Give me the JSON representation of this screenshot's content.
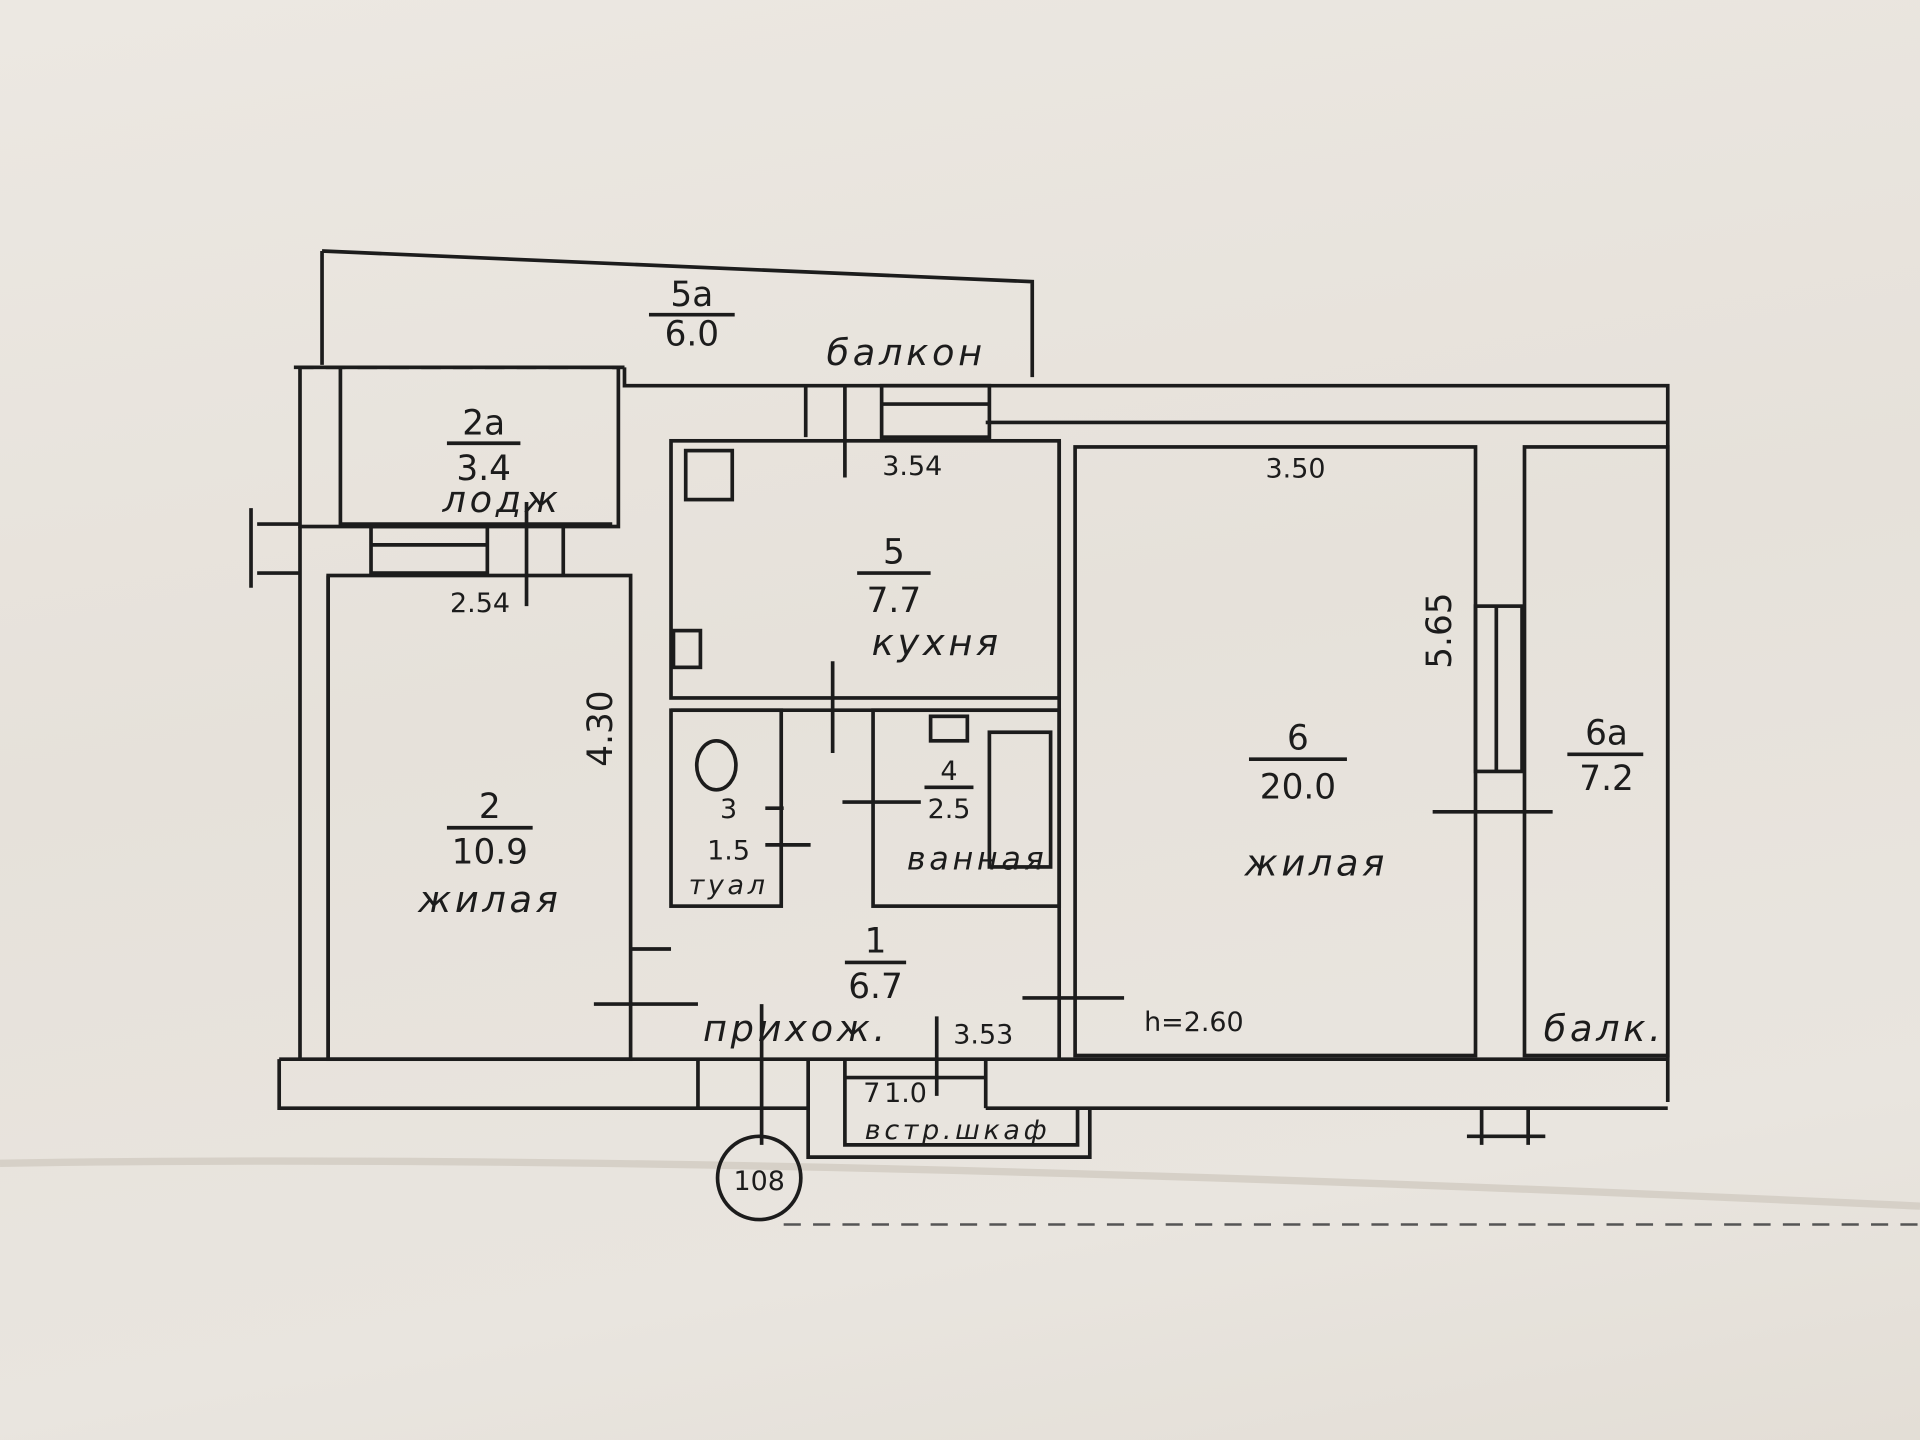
{
  "plan": {
    "marker": "108",
    "ceiling_height": "h=2.60",
    "rooms": [
      {
        "number": "1",
        "area": "6.7",
        "name": "прихож."
      },
      {
        "number": "2",
        "area": "10.9",
        "name": "жилая"
      },
      {
        "number": "2а",
        "area": "3.4",
        "name": "лодж"
      },
      {
        "number": "3",
        "area": "1.5",
        "name": "туал"
      },
      {
        "number": "4",
        "area": "2.5",
        "name": "ванная"
      },
      {
        "number": "5",
        "area": "7.7",
        "name": "кухня"
      },
      {
        "number": "5а",
        "area": "6.0",
        "name": "балкон"
      },
      {
        "number": "6",
        "area": "20.0",
        "name": "жилая"
      },
      {
        "number": "6а",
        "area": "7.2",
        "name": "балк."
      },
      {
        "number": "7",
        "area": "1.0",
        "name": "встр.шкаф"
      }
    ],
    "dimensions": {
      "kitchen_width": "3.54",
      "room2_width": "2.54",
      "room2_length": "4.30",
      "room6_width": "3.50",
      "room6_length": "5.65",
      "hall_width": "3.53"
    }
  }
}
